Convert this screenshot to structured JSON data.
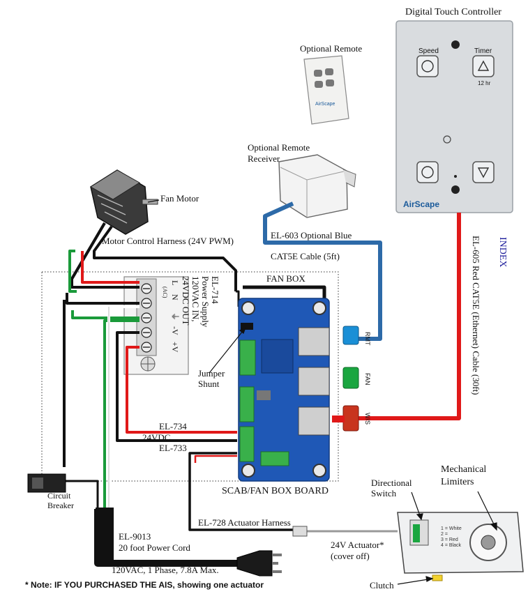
{
  "controller": {
    "title": "Digital Touch Controller",
    "speed_label": "Speed",
    "timer_label": "Timer",
    "timer_sub": "12 hr",
    "brand": "AirScape"
  },
  "remote": {
    "title": "Optional Remote",
    "brand": "AirScape"
  },
  "receiver": {
    "title_line1": "Optional Remote",
    "title_line2": "Receiver"
  },
  "fan_motor": {
    "label": "Fan Motor"
  },
  "harness": {
    "label": "Motor Control Harness (24V PWM)"
  },
  "blue_cable": {
    "line1": "EL-603 Optional Blue",
    "line2": "CAT5E Cable (5ft)"
  },
  "fan_box": {
    "label": "FAN BOX"
  },
  "power_supply": {
    "line1": "EL-714",
    "line2": "Power Supply",
    "line3": "120VAC IN,",
    "line4": "24VDC OUT",
    "term_L": "L",
    "term_N": "N",
    "term_AC": "(AC)",
    "term_ground": "⏚",
    "term_neg": "-V",
    "term_pos": "+V"
  },
  "red_cable": {
    "label": "EL-605 Red CAT5E (Ethernet) Cable (30ft)"
  },
  "index_label": "INDEX",
  "ports": {
    "rmt": "RMT",
    "fan": "FAN",
    "ws": "W/S"
  },
  "jumper": {
    "line1": "Jumper",
    "line2": "Shunt"
  },
  "wires": {
    "el734": "EL-734",
    "v24": "24VDC",
    "el733": "EL-733"
  },
  "board": {
    "label": "SCAB/FAN BOX BOARD"
  },
  "breaker": {
    "line1": "Circuit",
    "line2": "Breaker"
  },
  "power_cord": {
    "line1": "EL-9013",
    "line2": "20 foot Power Cord",
    "line3": "120VAC, 1 Phase, 7.8A Max."
  },
  "actuator": {
    "harness_label": "EL-728 Actuator Harness",
    "label_line1": "24V Actuator*",
    "label_line2": "(cover off)",
    "directional_line1": "Directional",
    "directional_line2": "Switch",
    "limiters_line1": "Mechanical",
    "limiters_line2": "Limiters",
    "clutch": "Clutch",
    "legend1": "1 = White",
    "legend2": "2 =",
    "legend3": "3 = Red",
    "legend4": "4 = Black"
  },
  "note": "* Note: IF YOU PURCHASED THE AIS, showing one actuator",
  "colors": {
    "board_blue": "#1f58b6",
    "wire_red": "#e01919",
    "wire_green": "#1a9a3a",
    "cable_blue": "#2d6aa8",
    "port_blue": "#1a8fd6",
    "port_green": "#1aa640",
    "port_red": "#c8341e"
  }
}
